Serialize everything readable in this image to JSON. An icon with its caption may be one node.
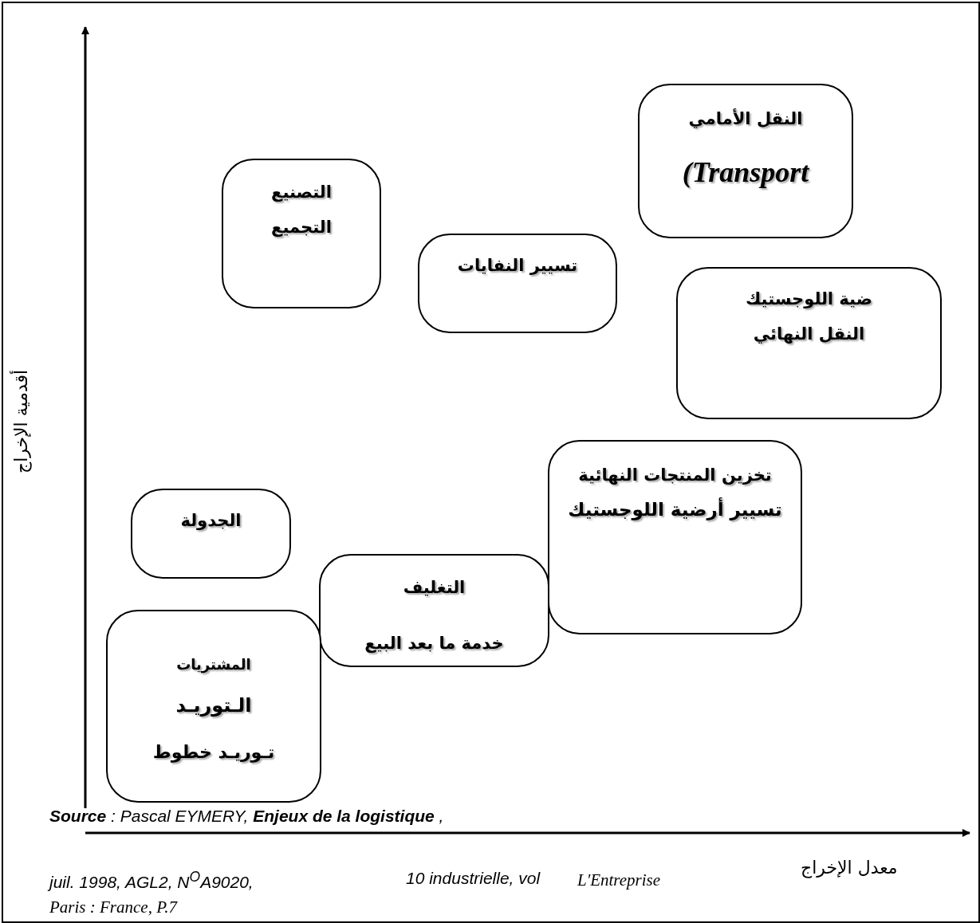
{
  "diagram": {
    "nodes": [
      {
        "text": [
          "النقل الأمامي",
          "(Transport"
        ]
      },
      {
        "text": [
          "التصنيع",
          "التجميع"
        ]
      },
      {
        "text": [
          "تسيير النفايات"
        ]
      },
      {
        "text": [
          "ضية اللوجستيك",
          "النقل النهائي"
        ]
      },
      {
        "text": [
          "تخزين المنتجات النهائية",
          "تسيير أرضية اللوجستيك"
        ]
      },
      {
        "text": [
          "الجدولة"
        ]
      },
      {
        "text": [
          "التغليف",
          "خدمة ما بعد البيع"
        ]
      },
      {
        "text": [
          "المشتريات",
          "الـتوريـد",
          "تـوريـد خطوط"
        ]
      }
    ],
    "edges": [],
    "labels": [
      "أقدمية الإخراج",
      "معدل الإخراج",
      "**Source** : Pascal EYMERY, **Enjeux de la logistique** ,",
      "juil. 1998, AGL2, N$^{O}$A9020,",
      "10 industrielle, vol",
      "L'Entreprise",
      "Paris : France, P.7"
    ]
  }
}
